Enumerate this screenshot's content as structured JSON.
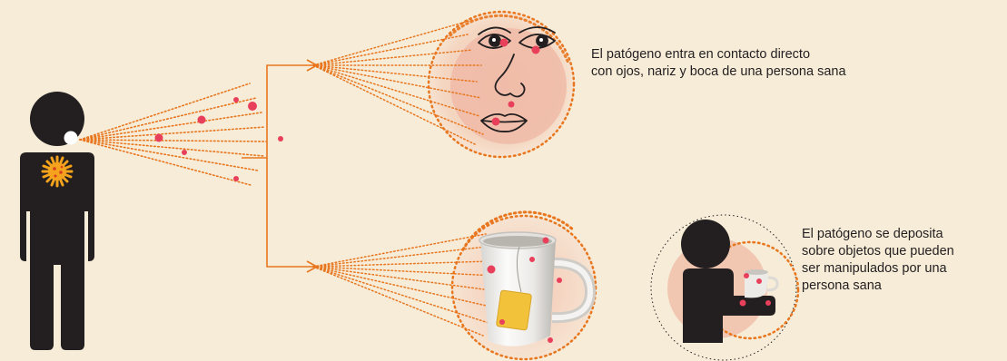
{
  "captions": {
    "face": {
      "lines": [
        "El patógeno entra en contacto directo",
        "con ojos, nariz y boca de una persona sana"
      ]
    },
    "objects": {
      "lines": [
        "El patógeno se deposita",
        "sobre objetos que pueden",
        "ser manipulados por una",
        "persona sana"
      ]
    }
  },
  "icons": [
    "person-icon",
    "virus-icon",
    "face-icon",
    "mug-icon",
    "tea-bag-icon",
    "person-holding-mug-icon"
  ],
  "colors": {
    "background": "#f6ecd8",
    "figure": "#231f20",
    "spray": "#e8761e",
    "droplet": "#e8405a",
    "halo": "#f0b5a0",
    "virus": "#f5a21c"
  }
}
